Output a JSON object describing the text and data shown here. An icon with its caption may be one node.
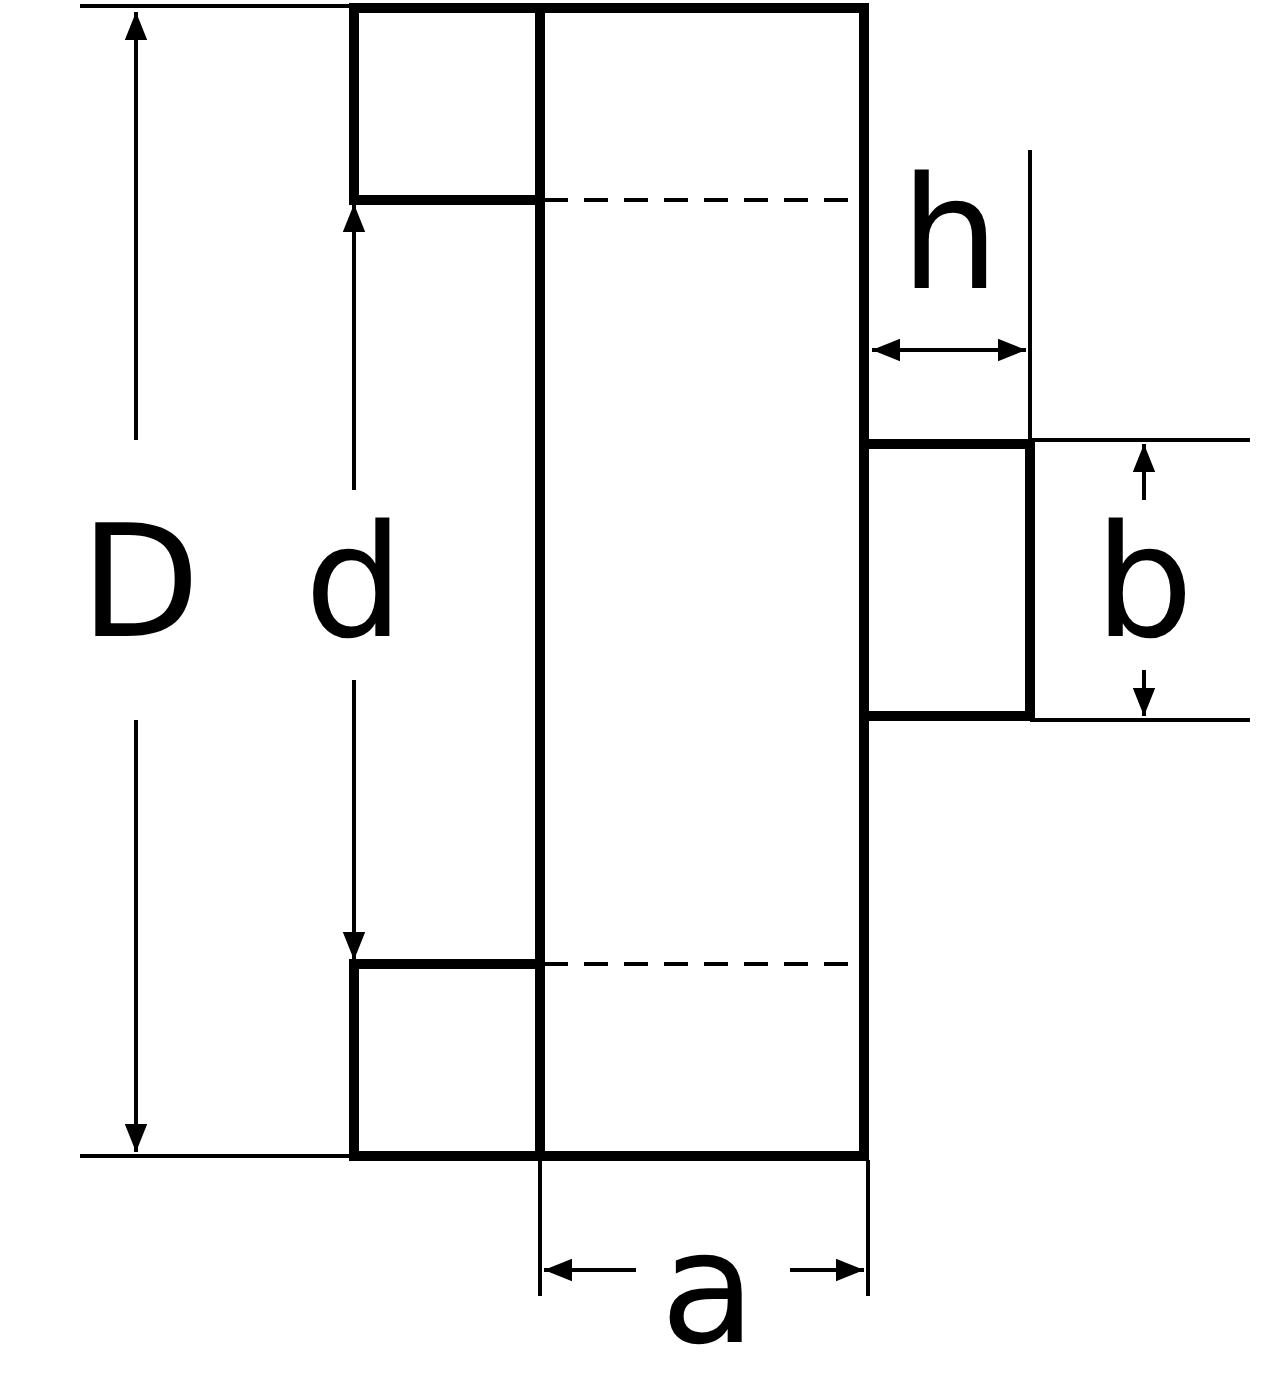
{
  "diagram": {
    "labels": [
      "h",
      "D",
      "d",
      "b",
      "a"
    ]
  }
}
